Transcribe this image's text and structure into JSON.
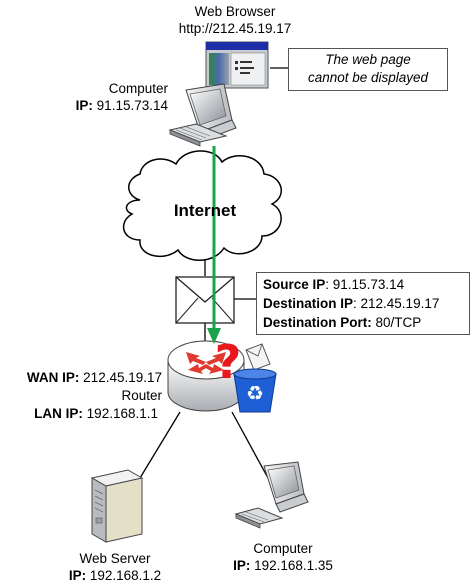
{
  "browser": {
    "title": "Web Browser",
    "url": "http://212.45.19.17"
  },
  "error_callout": {
    "line1": "The web page",
    "line2": "cannot be displayed"
  },
  "computer_top": {
    "name": "Computer",
    "ip_label": "IP:",
    "ip": "91.15.73.14"
  },
  "internet": {
    "label": "Internet"
  },
  "packet": {
    "source_label": "Source IP",
    "source_value": ": 91.15.73.14",
    "dest_label": "Destination IP",
    "dest_value": ": 212.45.19.17",
    "port_label": "Destination Port:",
    "port_value": " 80/TCP"
  },
  "router": {
    "wan_label": "WAN IP:",
    "wan_ip": " 212.45.19.17",
    "name": "Router",
    "lan_label": "LAN IP:",
    "lan_ip": " 192.168.1.1"
  },
  "web_server": {
    "name": "Web Server",
    "ip_label": "IP:",
    "ip": " 192.168.1.2"
  },
  "computer_bottom": {
    "name": "Computer",
    "ip_label": "IP:",
    "ip": " 192.168.1.35"
  },
  "colors": {
    "arrow": "#1aa34a",
    "browser_bar": "#1c2fa8",
    "question": "#e8171d",
    "recycle": "#1e5fd6"
  },
  "icons": [
    "browser-window-icon",
    "computer-icon",
    "cloud-icon",
    "envelope-icon",
    "router-icon",
    "question-mark-icon",
    "recycle-bin-icon",
    "server-icon"
  ]
}
